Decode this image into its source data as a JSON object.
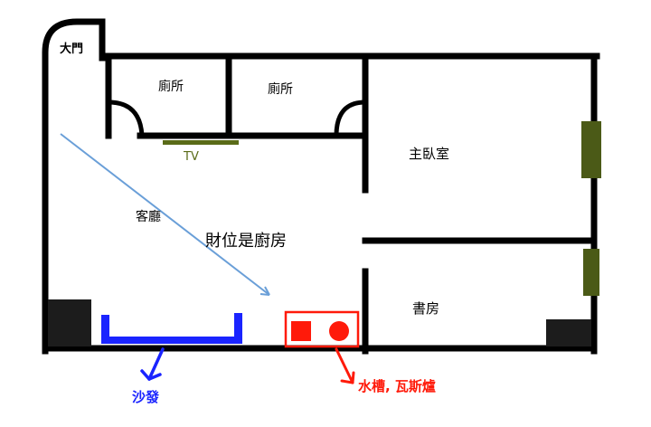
{
  "labels": {
    "entrance": "大門",
    "toilet_1": "廁所",
    "toilet_2": "廁所",
    "tv": "TV",
    "master_bedroom": "主臥室",
    "living_room": "客廳",
    "wealth_position": "財位是廚房",
    "study": "書房",
    "sofa": "沙發",
    "sink_stove": "水槽, 瓦斯爐"
  },
  "colors": {
    "wall": "#000000",
    "window": "#4b5a17",
    "tv_bar": "#5a6b18",
    "sofa": "#1a24ff",
    "kitchen": "#ff1a0a",
    "arrow": "#6a9fd8",
    "dark_block": "#1c1c1c"
  }
}
